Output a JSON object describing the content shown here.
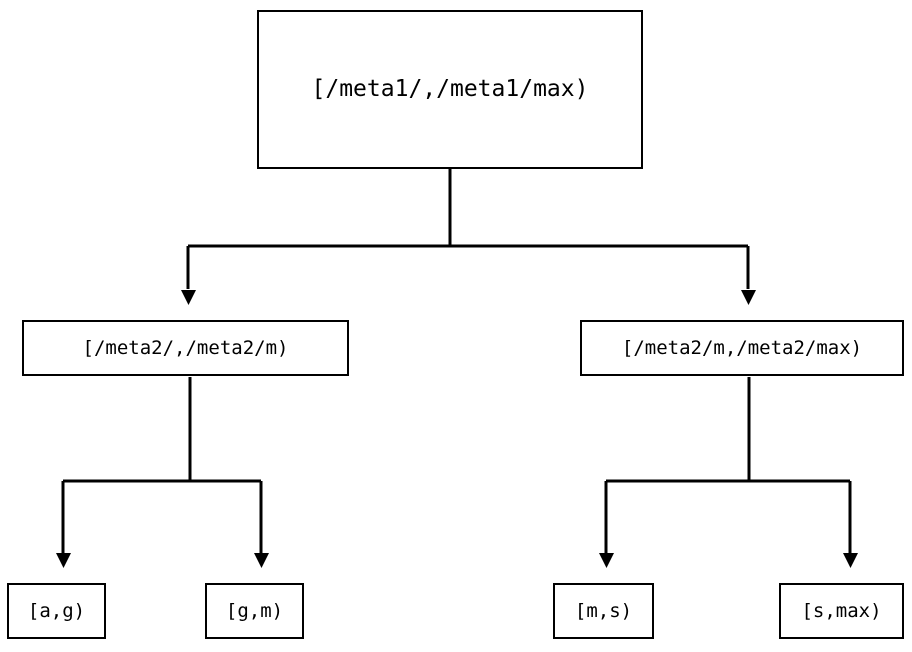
{
  "diagram": {
    "type": "tree",
    "title": "",
    "background_color": "#ffffff",
    "line_color": "#000000",
    "text_color": "#000000",
    "nodes": {
      "root": {
        "label": "[/meta1/,/meta1/max)"
      },
      "mid_left": {
        "label": "[/meta2/,/meta2/m)"
      },
      "mid_right": {
        "label": "[/meta2/m,/meta2/max)"
      },
      "leaf_ag": {
        "label": "[a,g)"
      },
      "leaf_gm": {
        "label": "[g,m)"
      },
      "leaf_ms": {
        "label": "[m,s)"
      },
      "leaf_smax": {
        "label": "[s,max)"
      }
    },
    "edges": [
      {
        "from": "root",
        "to": "mid_left",
        "arrow": "down-triangle"
      },
      {
        "from": "root",
        "to": "mid_right",
        "arrow": "down-triangle"
      },
      {
        "from": "mid_left",
        "to": "leaf_ag",
        "arrow": "down-triangle"
      },
      {
        "from": "mid_left",
        "to": "leaf_gm",
        "arrow": "down-triangle"
      },
      {
        "from": "mid_right",
        "to": "leaf_ms",
        "arrow": "down-triangle"
      },
      {
        "from": "mid_right",
        "to": "leaf_smax",
        "arrow": "down-triangle"
      }
    ]
  }
}
